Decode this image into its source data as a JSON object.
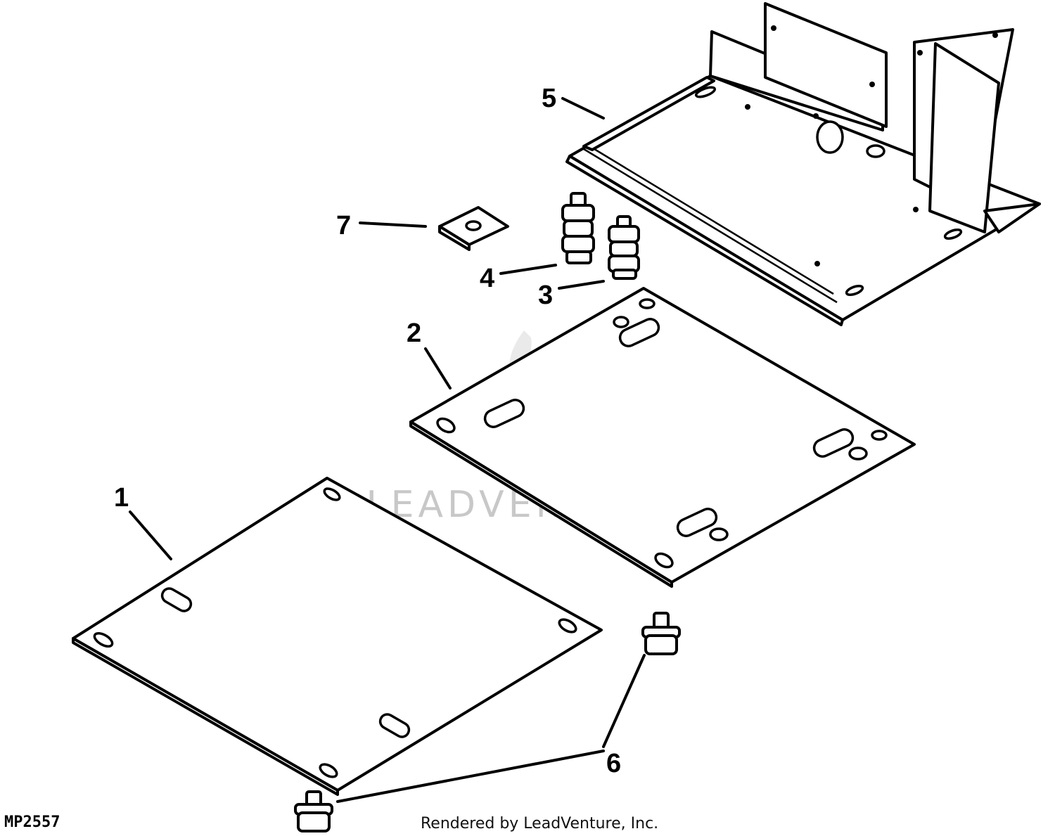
{
  "diagram": {
    "callouts": {
      "c1": "1",
      "c2": "2",
      "c3": "3",
      "c4": "4",
      "c5": "5",
      "c6": "6",
      "c7": "7"
    },
    "figure_code": "MP2557",
    "credit": "Rendered by LeadVenture, Inc.",
    "watermark": "LEADVENTURE"
  }
}
